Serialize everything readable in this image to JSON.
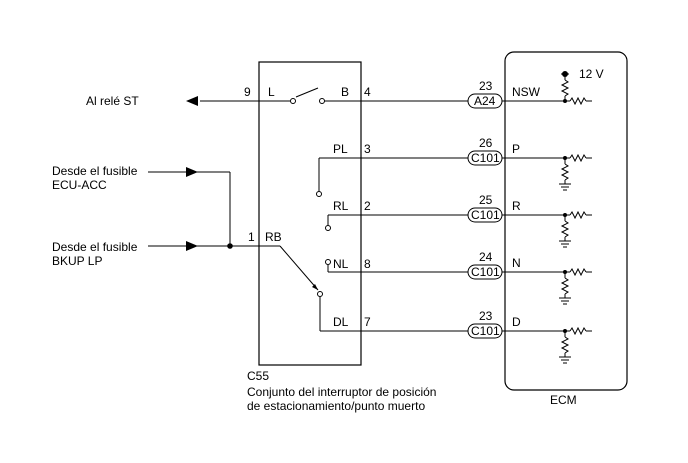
{
  "left_labels": {
    "st_relay": "Al relé ST",
    "acc_line1": "Desde el fusible",
    "acc_line2": "ECU-ACC",
    "bkup_line1": "Desde el fusible",
    "bkup_line2": "BKUP LP"
  },
  "switch_box": {
    "connector": "C55",
    "caption_line1": "Conjunto del interruptor de posición",
    "caption_line2": "de estacionamiento/punto muerto",
    "terminals": {
      "l": "L",
      "b": "B",
      "pl": "PL",
      "rl": "RL",
      "nl": "NL",
      "dl": "DL",
      "rb": "RB"
    },
    "pins": {
      "l": "9",
      "b": "4",
      "pl": "3",
      "rl": "2",
      "nl": "8",
      "dl": "7",
      "rb": "1"
    }
  },
  "ecm": {
    "name": "ECM",
    "supply": "12 V",
    "terminals": {
      "nsw": "NSW",
      "p": "P",
      "r": "R",
      "n": "N",
      "d": "D"
    },
    "connectors": {
      "nsw": "A24",
      "p": "C101",
      "r": "C101",
      "n": "C101",
      "d": "C101"
    },
    "pins": {
      "nsw": "23",
      "p": "26",
      "r": "25",
      "n": "24",
      "d": "23"
    }
  }
}
